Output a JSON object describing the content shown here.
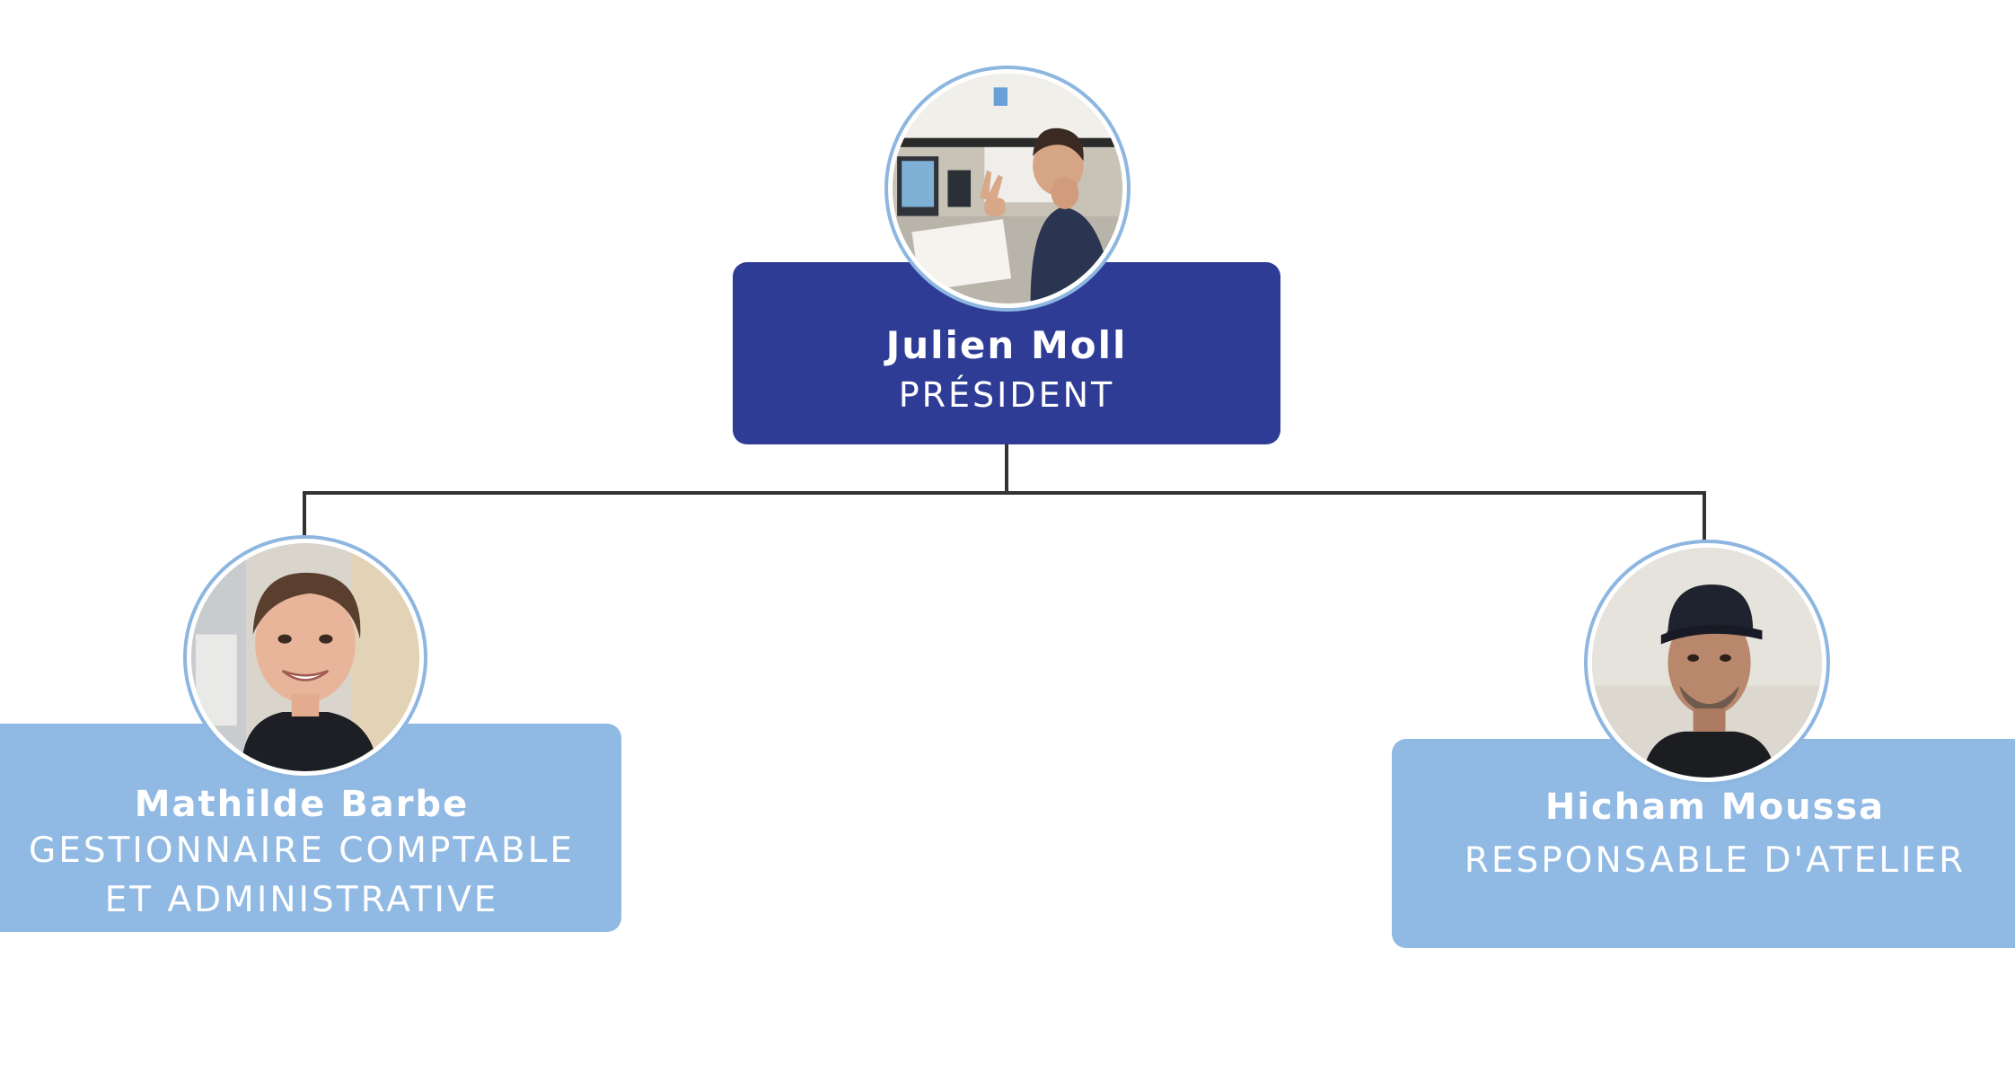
{
  "org_chart": {
    "lead": {
      "name": "Julien Moll",
      "role": "PRÉSIDENT"
    },
    "members": [
      {
        "name": "Mathilde Barbe",
        "role": "GESTIONNAIRE COMPTABLE\nET ADMINISTRATIVE"
      },
      {
        "name": "Hicham Moussa",
        "role": "RESPONSABLE D'ATELIER"
      }
    ]
  },
  "colors": {
    "lead_box": "#2e3c96",
    "member_box": "#90b9e3",
    "avatar_border": "#8db6e0",
    "connector": "#333333",
    "text": "#ffffff"
  }
}
